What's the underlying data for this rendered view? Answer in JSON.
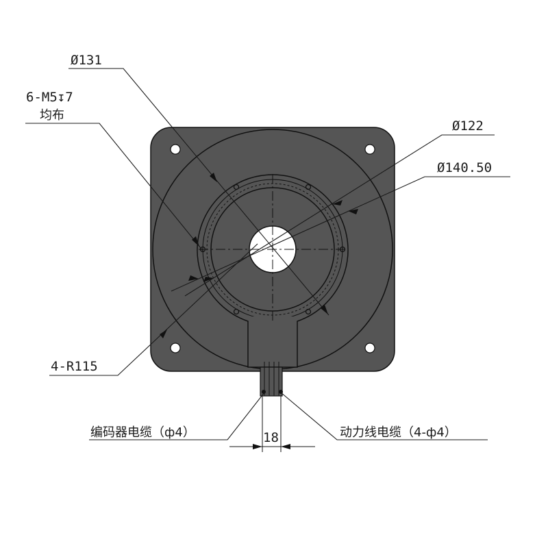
{
  "labels": {
    "d131": "Ø131",
    "thread_line1": "6-M5↧7",
    "thread_line2": "均布",
    "d122": "Ø122",
    "d140": "Ø140.50",
    "r115": "4-R115",
    "dim18": "18",
    "encoder_cable": "编码器电缆（ф4）",
    "power_cable": "动力线电缆（4-ф4）"
  },
  "colors": {
    "body": "#555555",
    "line": "#111111",
    "background": "#ffffff"
  }
}
